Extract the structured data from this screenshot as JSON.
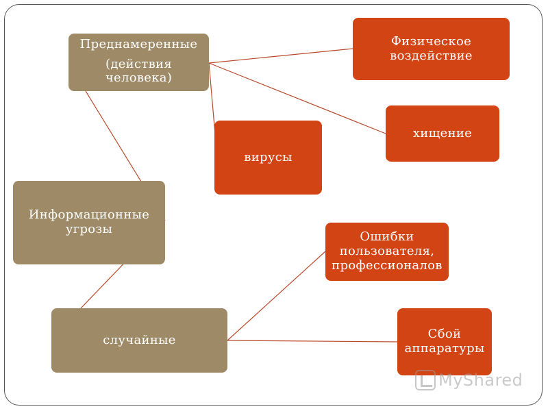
{
  "diagram": {
    "root": {
      "label": "Информационные\nугрозы"
    },
    "intentional": {
      "line1": "Преднамеренные",
      "line2": "(действия\nчеловека)"
    },
    "accidental": {
      "label": "случайные"
    },
    "physical": {
      "label": "Физическое\nвоздействие"
    },
    "theft": {
      "label": "хищение"
    },
    "viruses": {
      "label": "вирусы"
    },
    "errors": {
      "label": "Ошибки\nпользователя,\nпрофессионалов"
    },
    "hardware": {
      "label": "Сбой\nаппаратуры"
    }
  },
  "colors": {
    "tan": "#9e8a66",
    "red": "#d34414",
    "connector": "#b84a2a"
  },
  "watermark": {
    "logo": "myshared-logo",
    "text": "MyShared"
  }
}
